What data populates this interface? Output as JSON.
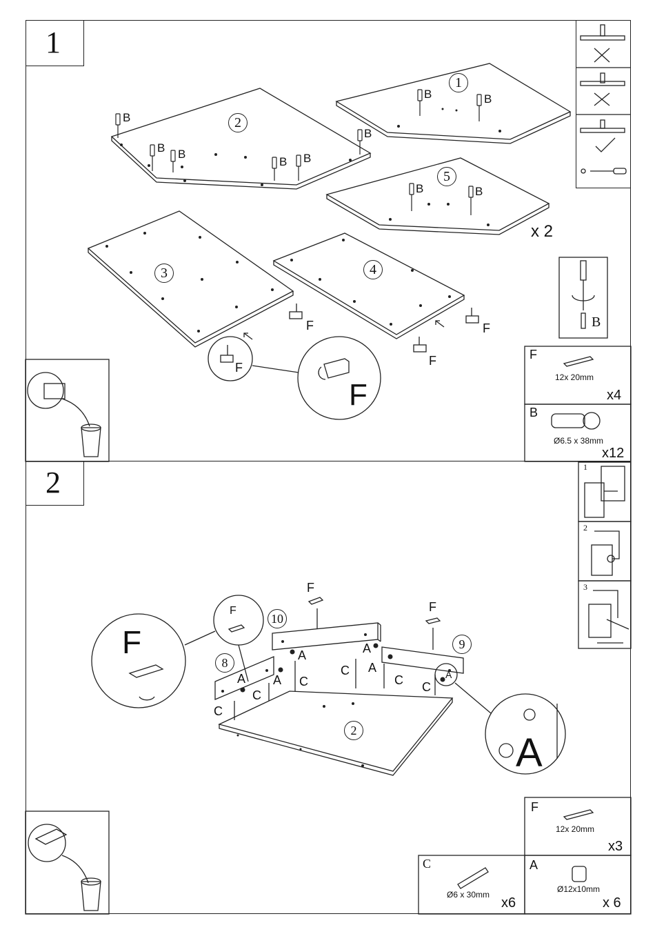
{
  "steps": [
    {
      "number": "1",
      "panel_labels": [
        "1",
        "2",
        "5",
        "3",
        "4"
      ],
      "b_label": "B",
      "f_label": "F",
      "qty_panel5": "x 2",
      "screwdriver_label": "B",
      "detail_f": "F",
      "parts": [
        {
          "letter": "F",
          "size": "12x 20mm",
          "qty": "x4"
        },
        {
          "letter": "B",
          "size": "Ø6.5 x 38mm",
          "qty": "x12"
        }
      ]
    },
    {
      "number": "2",
      "panel_labels": [
        "10",
        "8",
        "9",
        "2"
      ],
      "a_label": "A",
      "c_label": "C",
      "f_label": "F",
      "detail_f": "F",
      "detail_a": "A",
      "sequence": [
        "1",
        "2",
        "3"
      ],
      "parts": [
        {
          "letter": "F",
          "size": "12x 20mm",
          "qty": "x3"
        },
        {
          "letter": "C",
          "size": "Ø6 x 30mm",
          "qty": "x6"
        },
        {
          "letter": "A",
          "size": "Ø12x10mm",
          "qty": "x 6"
        }
      ]
    }
  ]
}
